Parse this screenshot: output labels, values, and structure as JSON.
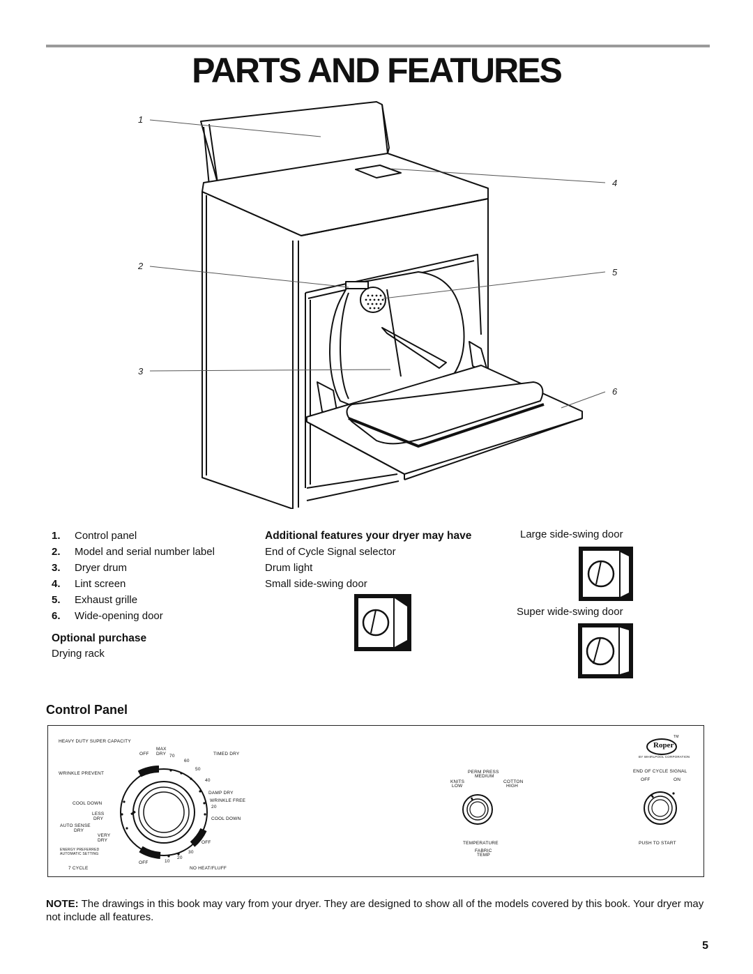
{
  "page": {
    "title": "Parts and Features",
    "page_number": "5"
  },
  "diagram": {
    "callouts": [
      "1",
      "2",
      "3",
      "4",
      "5",
      "6"
    ]
  },
  "parts_list": [
    {
      "num": "1.",
      "label": "Control panel"
    },
    {
      "num": "2.",
      "label": "Model and serial number label"
    },
    {
      "num": "3.",
      "label": "Dryer drum"
    },
    {
      "num": "4.",
      "label": "Lint screen"
    },
    {
      "num": "5.",
      "label": "Exhaust grille"
    },
    {
      "num": "6.",
      "label": "Wide-opening door"
    }
  ],
  "optional": {
    "heading": "Optional purchase",
    "item": "Drying rack"
  },
  "additional": {
    "heading": "Additional features your dryer may have",
    "items": [
      "End of Cycle Signal selector",
      "Drum light",
      "Small side-swing door"
    ]
  },
  "doors": {
    "large": "Large side-swing door",
    "super_wide": "Super wide-swing door"
  },
  "control_panel": {
    "heading": "Control Panel",
    "left_labels": {
      "heavy_duty": "HEAVY DUTY  SUPER CAPACITY",
      "timed_dry": "TIMED DRY",
      "max": "MAX",
      "dry": "DRY",
      "off_top": "OFF",
      "n70": "70",
      "n60": "60",
      "n50": "50",
      "n40": "40",
      "wrinkle_prevent": "WRINKLE PREVENT",
      "damp_dry": "DAMP DRY",
      "wrinkle_free": "WRINKLE FREE",
      "n20a": "20",
      "cool_down_left": "COOL DOWN",
      "cool_down_right": "COOL DOWN",
      "less": "LESS",
      "less_dry": "DRY",
      "auto_sense": "AUTO SENSE",
      "auto_sense_dry": "DRY",
      "very": "VERY",
      "very_dry": "DRY",
      "off_right": "OFF",
      "energy": "ENERGY PREFERRED",
      "auto_setting": "AUTOMATIC SETTING",
      "n30": "30",
      "n20b": "20",
      "n10": "10",
      "off_bottom": "OFF",
      "seven_cycle": "7 CYCLE",
      "no_heat": "NO HEAT/FLUFF"
    },
    "temp_labels": {
      "perm_press": "PERM PRESS",
      "medium": "MEDIUM",
      "knits": "KNITS",
      "low": "LOW",
      "cotton": "COTTON",
      "high": "HIGH",
      "temperature": "TEMPERATURE",
      "fabric": "FABRIC",
      "temp": "TEMP"
    },
    "signal_labels": {
      "brand": "Roper",
      "tm": "TM",
      "by_whirlpool": "BY WHIRLPOOL CORPORATION",
      "end_of_cycle": "END OF CYCLE SIGNAL",
      "off": "OFF",
      "on": "ON",
      "push_to_start": "PUSH TO START"
    }
  },
  "note": {
    "label": "NOTE:",
    "text": " The drawings in this book may vary from your dryer. They are designed to show all of the models covered by this book. Your dryer may not include all features."
  }
}
